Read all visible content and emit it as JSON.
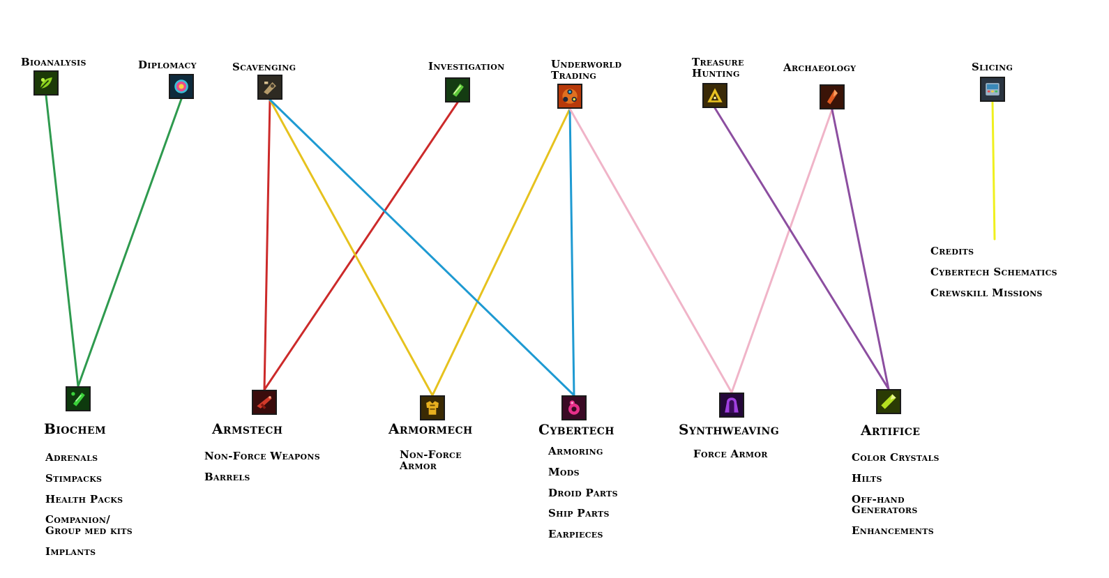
{
  "gathering": {
    "bioanalysis": {
      "label": "Bioanalysis",
      "icon": "leaf-icon",
      "color": "#8cd21e"
    },
    "diplomacy": {
      "label": "Diplomacy",
      "icon": "orb-icon",
      "color": "#e84a8a"
    },
    "scavenging": {
      "label": "Scavenging",
      "icon": "scrap-icon",
      "color": "#b49a6a"
    },
    "investigation": {
      "label": "Investigation",
      "icon": "vial-icon",
      "color": "#5cc83a"
    },
    "underworld_trading": {
      "label": "Underworld\nTrading",
      "icon": "trade-icon",
      "color": "#e07020"
    },
    "treasure_hunting": {
      "label": "Treasure\nHunting",
      "icon": "triangle-icon",
      "color": "#e8c020"
    },
    "archaeology": {
      "label": "Archaeology",
      "icon": "crystal-shard-icon",
      "color": "#e05a20"
    },
    "slicing": {
      "label": "Slicing",
      "icon": "datapad-icon",
      "color": "#9ab4c8"
    }
  },
  "crafting": {
    "biochem": {
      "label": "Biochem",
      "icon": "biochem-icon",
      "color": "#3ad23a",
      "items": [
        "Adrenals",
        "Stimpacks",
        "Health Packs",
        "Companion/\nGroup med kits",
        "Implants"
      ]
    },
    "armstech": {
      "label": "Armstech",
      "icon": "blaster-icon",
      "color": "#d23a2a",
      "items": [
        "Non-Force Weapons",
        "Barrels"
      ]
    },
    "armormech": {
      "label": "Armormech",
      "icon": "armor-icon",
      "color": "#e8b020",
      "items": [
        "Non-Force\nArmor"
      ]
    },
    "cybertech": {
      "label": "Cybertech",
      "icon": "droid-icon",
      "color": "#e8308a",
      "items": [
        "Armoring",
        "Mods",
        "Droid Parts",
        "Ship Parts",
        "Earpieces"
      ]
    },
    "synthweaving": {
      "label": "Synthweaving",
      "icon": "robe-icon",
      "color": "#a040e0",
      "items": [
        "Force Armor"
      ]
    },
    "artifice": {
      "label": "Artifice",
      "icon": "crystal-icon",
      "color": "#b4e020",
      "items": [
        "Color Crystals",
        "Hilts",
        "Off-hand\nGenerators",
        "Enhancements"
      ]
    }
  },
  "slicing_outputs": [
    "Credits",
    "Cybertech Schematics",
    "Crewskill Missions"
  ],
  "links": [
    {
      "from": "bioanalysis",
      "to": "biochem",
      "color": "#2e9a4e"
    },
    {
      "from": "diplomacy",
      "to": "biochem",
      "color": "#2e9a4e"
    },
    {
      "from": "scavenging",
      "to": "armstech",
      "color": "#cc2a2a"
    },
    {
      "from": "investigation",
      "to": "armstech",
      "color": "#cc2a2a"
    },
    {
      "from": "scavenging",
      "to": "armormech",
      "color": "#e6c21e"
    },
    {
      "from": "underworld_trading",
      "to": "armormech",
      "color": "#e6c21e"
    },
    {
      "from": "scavenging",
      "to": "cybertech",
      "color": "#1e9ad2"
    },
    {
      "from": "underworld_trading",
      "to": "cybertech",
      "color": "#1e9ad2"
    },
    {
      "from": "underworld_trading",
      "to": "synthweaving",
      "color": "#f0b4c8"
    },
    {
      "from": "archaeology",
      "to": "synthweaving",
      "color": "#f0b4c8"
    },
    {
      "from": "treasure_hunting",
      "to": "artifice",
      "color": "#8c4ea0"
    },
    {
      "from": "archaeology",
      "to": "artifice",
      "color": "#8c4ea0"
    },
    {
      "from": "slicing",
      "to": "slicing_outputs",
      "color": "#f0f01e"
    }
  ]
}
